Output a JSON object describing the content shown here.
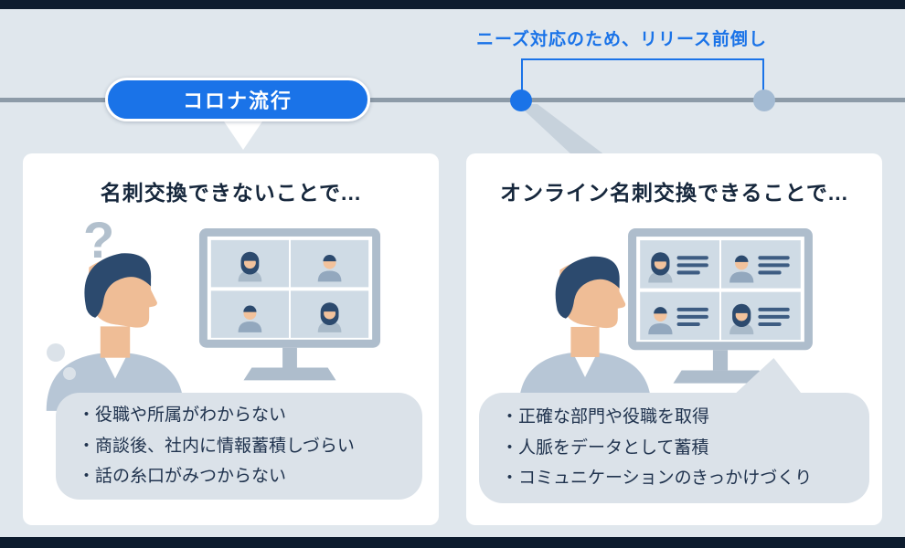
{
  "colors": {
    "background": "#e0e7ed",
    "frame_bar": "#0d1c2e",
    "accent_blue": "#1a73e8",
    "timeline_gray": "#8d9ba8",
    "panel_white": "#ffffff",
    "bubble_gray": "#dbe2e9",
    "text_navy": "#20334e",
    "muted_dot": "#a4bbd3"
  },
  "timeline": {
    "event_label": "コロナ流行",
    "annotation": "ニーズ対応のため、リリース前倒し"
  },
  "left_panel": {
    "title": "名刺交換できないことで...",
    "question_mark": "?",
    "bullets": [
      "・役職や所属がわからない",
      "・商談後、社内に情報蓄積しづらい",
      "・話の糸口がみつからない"
    ]
  },
  "right_panel": {
    "title": "オンライン名刺交換できることで...",
    "bullets": [
      "・正確な部門や役職を取得",
      "・人脈をデータとして蓄積",
      "・コミュニケーションのきっかけづくり"
    ]
  }
}
